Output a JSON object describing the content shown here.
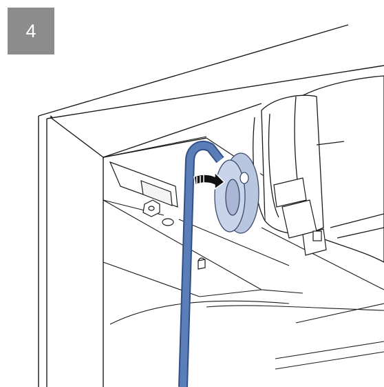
{
  "step": {
    "number": "4"
  },
  "illustration": {
    "subject": "tensioning-pulley-adjustment",
    "tool": "hex-key",
    "action_arrow": "rotate-clockwise-icon",
    "colors": {
      "line": "#1a1a1a",
      "tool": "#5b7db8",
      "tool_edge": "#2f4f86",
      "pulley": "#b9c6e0",
      "pulley_edge": "#3a4a6a",
      "arrow": "#111111",
      "badge": "#8c8c8c"
    }
  }
}
